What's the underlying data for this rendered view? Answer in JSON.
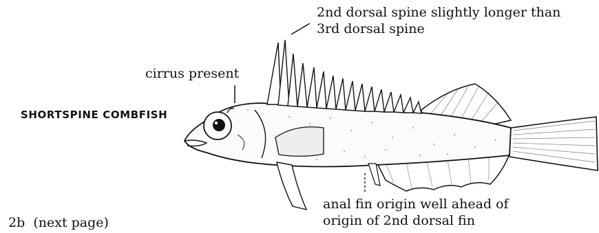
{
  "species_name": "SHORTSPINE COMBFISH",
  "annotations": {
    "dorsal_spine": [
      "2nd dorsal spine slightly longer than",
      "3rd dorsal spine"
    ],
    "cirrus": "cirrus present",
    "anal_fin": [
      "anal fin origin well ahead of",
      "origin of 2nd dorsal fin"
    ]
  },
  "key_reference": "2b  (next page)",
  "colors": {
    "ink": "#111111",
    "paper": "#ffffff"
  }
}
